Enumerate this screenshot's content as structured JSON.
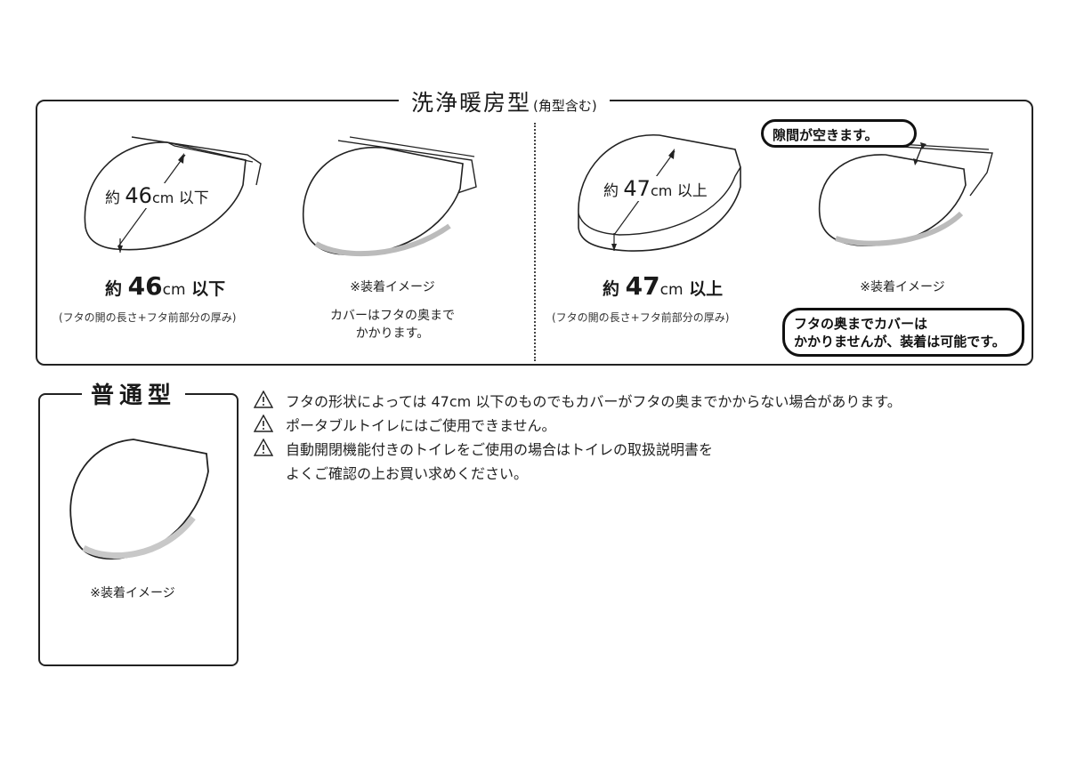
{
  "washlet_section": {
    "title": "洗浄暖房型",
    "title_note": "(角型含む)",
    "left": {
      "measure_prefix": "約",
      "measure_value": "46",
      "measure_unit": "cm",
      "measure_suffix": "以下",
      "note": "(フタの開の長さ+フタ前部分の厚み)",
      "mount_caption_line1": "※装着イメージ",
      "mount_caption_line2": "カバーはフタの奥まで",
      "mount_caption_line3": "かかります。"
    },
    "right": {
      "measure_prefix": "約",
      "measure_value": "47",
      "measure_unit": "cm",
      "measure_suffix": "以上",
      "note": "(フタの開の長さ+フタ前部分の厚み)",
      "gap_callout": "隙間が空きます。",
      "mount_caption": "※装着イメージ",
      "coverage_callout_line1": "フタの奥までカバーは",
      "coverage_callout_line2": "かかりませんが、装着は可能です。"
    }
  },
  "standard_section": {
    "title": "普通型",
    "mount_caption": "※装着イメージ"
  },
  "notes": {
    "items": [
      "フタの形状によっては 47cm 以下のものでもカバーがフタの奥までかからない場合があります。",
      "ポータブルトイレにはご使用できません。",
      "自動開閉機能付きのトイレをご使用の場合はトイレの取扱説明書を"
    ],
    "continuation": "よくご確認の上お買い求めください。"
  },
  "colors": {
    "line": "#222222",
    "cover_fill": "#ffffff",
    "cover_shadow": "#d9d9d9",
    "text": "#1a1a1a"
  },
  "icons": {
    "warning": "warning-triangle-icon"
  }
}
